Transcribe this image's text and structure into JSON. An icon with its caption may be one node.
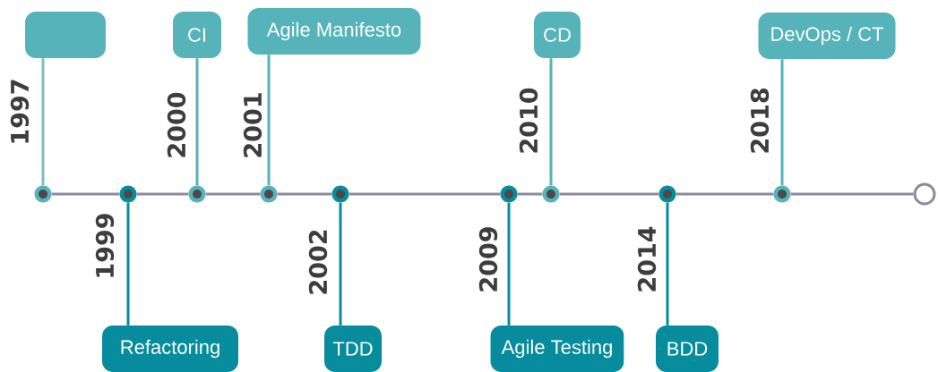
{
  "diagram": {
    "nodes": [
      {
        "text": [],
        "shape": "box",
        "beside": [
          "1997"
        ]
      },
      {
        "text": [],
        "shape": "circle"
      },
      {
        "text": [
          "Refactoring"
        ]
      },
      {
        "text": [],
        "shape": "circle",
        "beside": [
          "1999"
        ]
      },
      {
        "text": [
          "CI"
        ]
      },
      {
        "text": [],
        "shape": "circle",
        "beside": [
          "2000"
        ]
      },
      {
        "text": [
          "Agile Manifesto"
        ]
      },
      {
        "text": [],
        "shape": "circle",
        "beside": [
          "2001"
        ]
      },
      {
        "text": [
          "TDD"
        ]
      },
      {
        "text": [],
        "shape": "circle",
        "beside": [
          "2002"
        ]
      },
      {
        "text": [
          "Agile Testing"
        ]
      },
      {
        "text": [],
        "shape": "circle",
        "beside": [
          "2009"
        ]
      },
      {
        "text": [
          "CD"
        ]
      },
      {
        "text": [],
        "shape": "circle",
        "beside": [
          "2010"
        ]
      },
      {
        "text": [
          "BDD"
        ]
      },
      {
        "text": [],
        "shape": "circle",
        "beside": [
          "2014"
        ]
      },
      {
        "text": [
          "DevOps / CT"
        ]
      },
      {
        "text": [],
        "shape": "circle",
        "beside": [
          "2018"
        ]
      },
      {
        "text": [],
        "shape": "circle"
      }
    ],
    "edges": [
      {
        "from": 0,
        "to": 1,
        "arrow": "none",
        "color": "#7fbcc4"
      },
      {
        "from": 2,
        "to": 3,
        "arrow": "none",
        "color": "#068c9c"
      },
      {
        "from": 4,
        "to": 5,
        "arrow": "none"
      },
      {
        "from": 6,
        "to": 7,
        "arrow": "none"
      },
      {
        "from": 8,
        "to": 9,
        "arrow": "none",
        "color": "#068c9c"
      },
      {
        "from": 10,
        "to": 11,
        "arrow": "none",
        "color": "#068c9c"
      },
      {
        "from": 12,
        "to": 13,
        "arrow": "none"
      },
      {
        "from": 14,
        "to": 15,
        "arrow": "none",
        "color": "#068c9c"
      },
      {
        "from": 16,
        "to": 17,
        "arrow": "none"
      },
      {
        "from": 1,
        "to": 3,
        "arrow": "none",
        "color": "#8e8aa0"
      },
      {
        "from": 3,
        "to": 5,
        "arrow": "none",
        "color": "#8e8aa0"
      },
      {
        "from": 5,
        "to": 7,
        "arrow": "none",
        "color": "#8e8aa0"
      },
      {
        "from": 7,
        "to": 9,
        "arrow": "none",
        "color": "#8e8aa0"
      },
      {
        "from": 9,
        "to": 11,
        "arrow": "none",
        "color": "#8e8aa0"
      },
      {
        "from": 11,
        "to": 13,
        "arrow": "none",
        "color": "#8e8aa0"
      },
      {
        "from": 13,
        "to": 15,
        "arrow": "none",
        "color": "#8e8aa0"
      },
      {
        "from": 15,
        "to": 17,
        "arrow": "none",
        "color": "#8e8aa0"
      },
      {
        "from": 17,
        "to": 18,
        "arrow": "none",
        "color": "#8e8aa0"
      }
    ]
  }
}
